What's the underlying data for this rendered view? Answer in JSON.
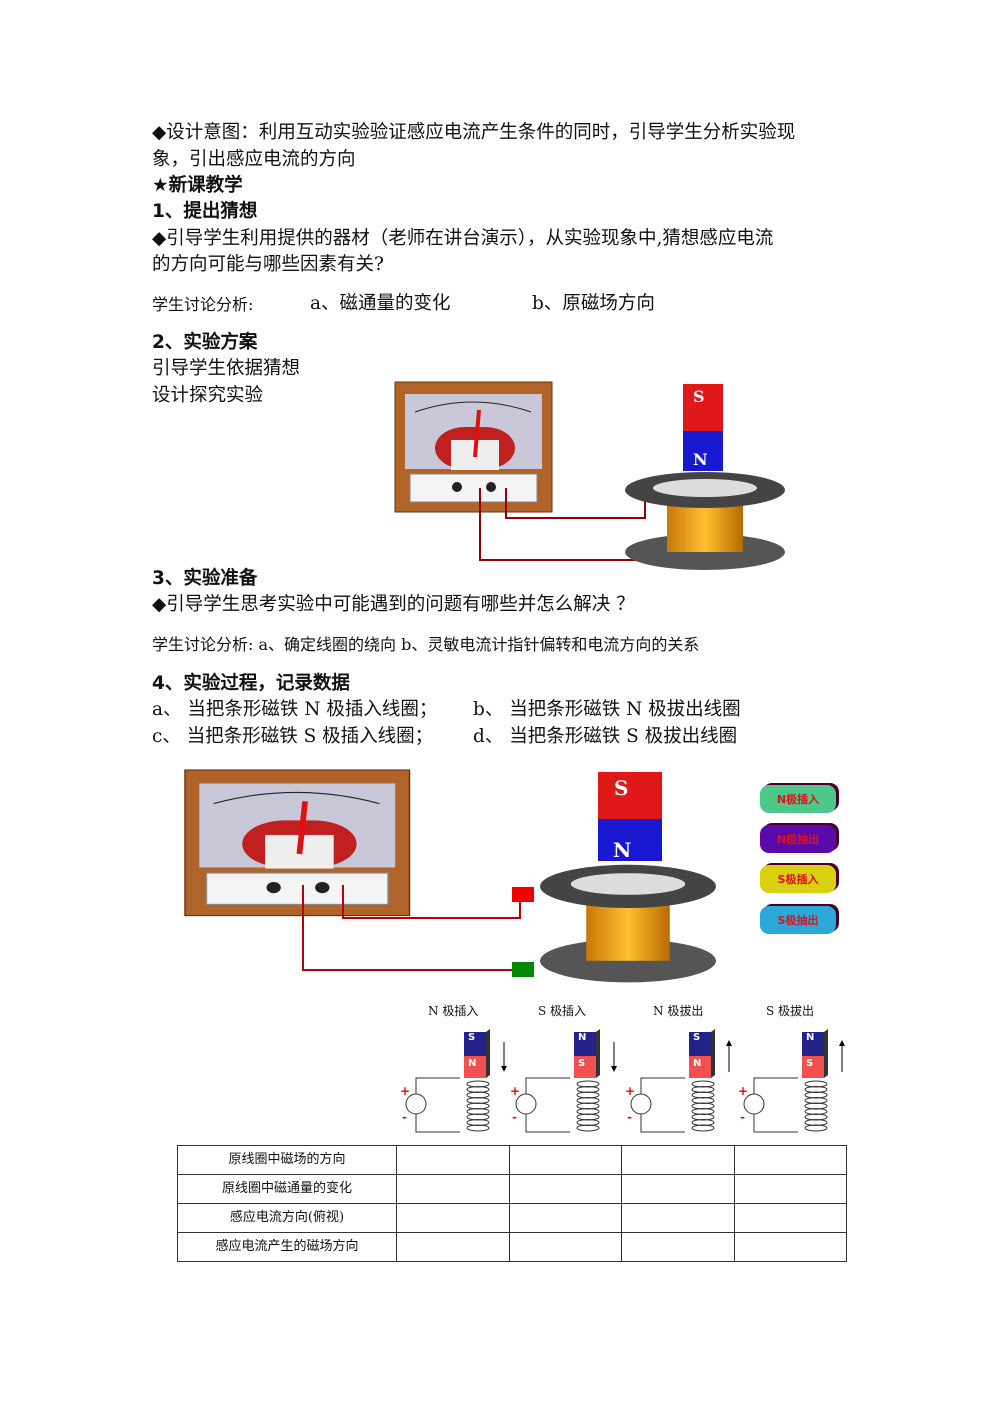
{
  "paragraphs": {
    "p1": "◆设计意图：利用互动实验验证感应电流产生条件的同时，引导学生分析实验现",
    "p1b": "象，引出感应电流的方向",
    "h_new": "★新课教学",
    "h1": "1、提出猜想",
    "p2": "◆引导学生利用提供的器材（老师在讲台演示），从实验现象中,猜想感应电流",
    "p2b": "的方向可能与哪些因素有关?",
    "disc1_label": "学生讨论分析:",
    "disc1_a": "a、磁通量的变化",
    "disc1_b": "b、原磁场方向",
    "h2": "2、实验方案",
    "p3": "引导学生依据猜想",
    "p3b": "设计探究实验",
    "h3": "3、实验准备",
    "p4": "◆引导学生思考实验中可能遇到的问题有哪些并怎么解决 ？",
    "disc2": "学生讨论分析: a、确定线圈的绕向 b、灵敏电流计指针偏转和电流方向的关系",
    "h4": "4、实验过程，记录数据",
    "ca": "a、 当把条形磁铁 N 极插入线圈；",
    "cb": "b、 当把条形磁铁 N 极拔出线圈",
    "cc": "c、 当把条形磁铁 S 极插入线圈；",
    "cd": "d、 当把条形磁铁 S 极拔出线圈"
  },
  "magnet": {
    "top": "S",
    "bottom": "N"
  },
  "buttons": [
    {
      "label": "N极插入",
      "color": "#4ec88a"
    },
    {
      "label": "N极抽出",
      "color": "#5a0aa8"
    },
    {
      "label": "S极插入",
      "color": "#d8d010"
    },
    {
      "label": "S极抽出",
      "color": "#2aa8d8"
    }
  ],
  "diagrams": [
    {
      "caption": "N 极插入",
      "top": "S",
      "bottom": "N",
      "dir": "down"
    },
    {
      "caption": "S 极插入",
      "top": "N",
      "bottom": "S",
      "dir": "down"
    },
    {
      "caption": "N 极拔出",
      "top": "S",
      "bottom": "N",
      "dir": "up"
    },
    {
      "caption": "S 极拔出",
      "top": "N",
      "bottom": "S",
      "dir": "up"
    }
  ],
  "plus": "+",
  "minus": "-",
  "table": {
    "rows": [
      "原线圈中磁场的方向",
      "原线圈中磁通量的变化",
      "感应电流方向(俯视)",
      "感应电流产生的磁场方向"
    ]
  }
}
